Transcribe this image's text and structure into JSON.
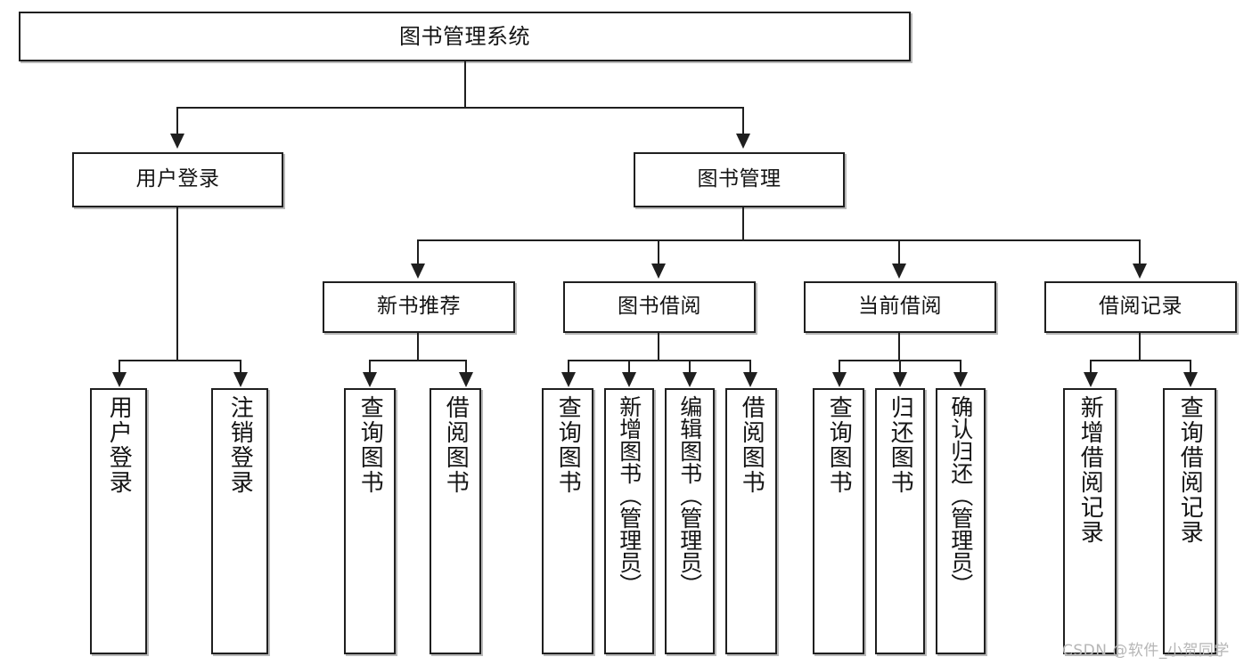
{
  "diagram": {
    "title": "图书管理系统",
    "type": "tree-hierarchy-diagram",
    "root": {
      "label": "图书管理系统"
    },
    "level2": [
      {
        "label": "用户登录"
      },
      {
        "label": "图书管理"
      }
    ],
    "level3": [
      {
        "label": "新书推荐"
      },
      {
        "label": "图书借阅"
      },
      {
        "label": "当前借阅"
      },
      {
        "label": "借阅记录"
      }
    ],
    "leaves": {
      "user_login": [
        {
          "label": "用户登录"
        },
        {
          "label": "注销登录"
        }
      ],
      "new_book_recommend": [
        {
          "label": "查询图书"
        },
        {
          "label": "借阅图书"
        }
      ],
      "book_borrow": [
        {
          "label": "查询图书"
        },
        {
          "label": "新增图书（管理员）"
        },
        {
          "label": "编辑图书（管理员）"
        },
        {
          "label": "借阅图书"
        }
      ],
      "current_borrow": [
        {
          "label": "查询图书"
        },
        {
          "label": "归还图书"
        },
        {
          "label": "确认归还（管理员）"
        }
      ],
      "borrow_record": [
        {
          "label": "新增借阅记录"
        },
        {
          "label": "查询借阅记录"
        }
      ]
    }
  },
  "watermark": {
    "text": "CSDN @软件_小贺同学"
  },
  "colors": {
    "stroke": "#1f1f1f",
    "fill": "#ffffff",
    "shadow": "#b8b8b8",
    "text": "#141414",
    "watermark": "#b6b6b6"
  }
}
